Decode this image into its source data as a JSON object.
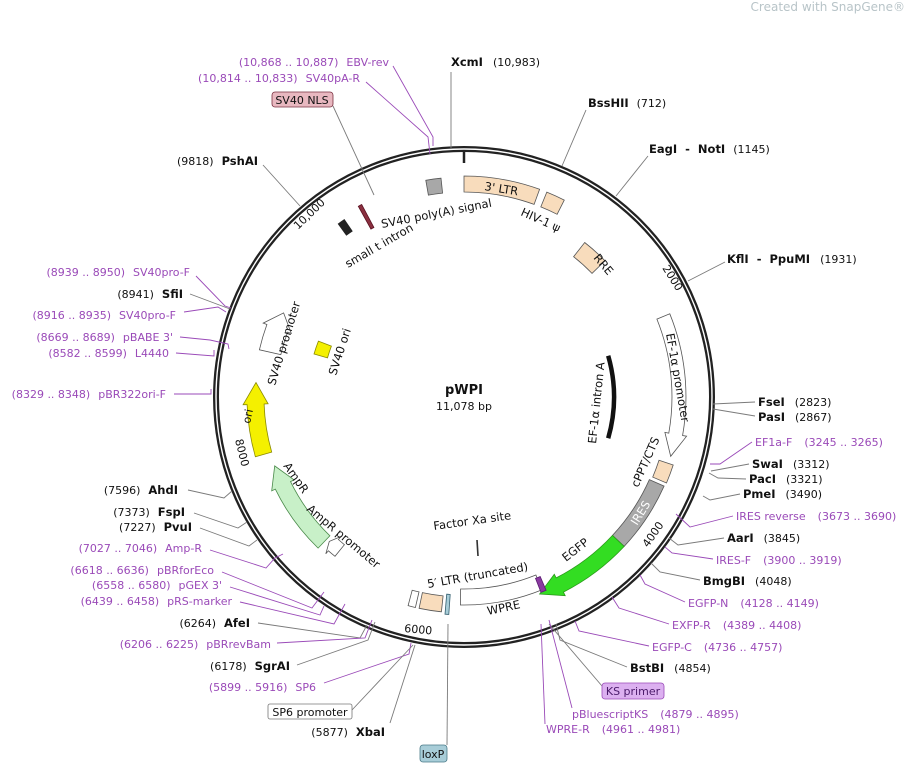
{
  "watermark": "Created with SnapGene®",
  "plasmid": {
    "name": "pWPI",
    "size": "11,078 bp"
  },
  "enzymes": {
    "xcmi": {
      "name": "XcmI",
      "pos": "(10,983)"
    },
    "bsshii": {
      "name": "BssHII",
      "pos": "(712)"
    },
    "eagi_noti": {
      "name": "EagI  -  NotI",
      "pos": "(1145)"
    },
    "kfli_ppumi": {
      "name": "KflI  -  PpuMI",
      "pos": "(1931)"
    },
    "fsei": {
      "name": "FseI",
      "pos": "(2823)"
    },
    "pasi": {
      "name": "PasI",
      "pos": "(2867)"
    },
    "swai": {
      "name": "SwaI",
      "pos": "(3312)"
    },
    "paci": {
      "name": "PacI",
      "pos": "(3321)"
    },
    "pmei": {
      "name": "PmeI",
      "pos": "(3490)"
    },
    "aari": {
      "name": "AarI",
      "pos": "(3845)"
    },
    "bmgbi": {
      "name": "BmgBI",
      "pos": "(4048)"
    },
    "bstbi": {
      "name": "BstBI",
      "pos": "(4854)"
    },
    "xbai": {
      "name": "XbaI",
      "pos": "(5877)"
    },
    "sgrai": {
      "name": "SgrAI",
      "pos": "(6178)"
    },
    "afei": {
      "name": "AfeI",
      "pos": "(6264)"
    },
    "pvui": {
      "name": "PvuI",
      "pos": "(7227)"
    },
    "fspi": {
      "name": "FspI",
      "pos": "(7373)"
    },
    "ahdi": {
      "name": "AhdI",
      "pos": "(7596)"
    },
    "sfii": {
      "name": "SfiI",
      "pos": "(8941)"
    },
    "pshai": {
      "name": "PshAI",
      "pos": "(9818)"
    }
  },
  "primers": {
    "ebv_rev": {
      "name": "EBV-rev",
      "range": "(10,868 .. 10,887)"
    },
    "sv40pa_r": {
      "name": "SV40pA-R",
      "range": "(10,814 .. 10,833)"
    },
    "sv40pro_f1": {
      "name": "SV40pro-F",
      "range": "(8939 .. 8950)"
    },
    "sv40pro_f2": {
      "name": "SV40pro-F",
      "range": "(8916 .. 8935)"
    },
    "pbabe3": {
      "name": "pBABE 3'",
      "range": "(8669 .. 8689)"
    },
    "l4440": {
      "name": "L4440",
      "range": "(8582 .. 8599)"
    },
    "pbr322ori_f": {
      "name": "pBR322ori-F",
      "range": "(8329 .. 8348)"
    },
    "amp_r": {
      "name": "Amp-R",
      "range": "(7027 .. 7046)"
    },
    "pbrforeco": {
      "name": "pBRforEco",
      "range": "(6618 .. 6636)"
    },
    "pgex3": {
      "name": "pGEX 3'",
      "range": "(6558 .. 6580)"
    },
    "prs_marker": {
      "name": "pRS-marker",
      "range": "(6439 .. 6458)"
    },
    "pbrrevbam": {
      "name": "pBRrevBam",
      "range": "(6206 .. 6225)"
    },
    "sp6": {
      "name": "SP6",
      "range": "(5899 .. 5916)"
    },
    "ef1a_f": {
      "name": "EF1a-F",
      "range": "(3245 .. 3265)"
    },
    "ires_reverse": {
      "name": "IRES reverse",
      "range": "(3673 .. 3690)"
    },
    "ires_f": {
      "name": "IRES-F",
      "range": "(3900 .. 3919)"
    },
    "egfp_n": {
      "name": "EGFP-N",
      "range": "(4128 .. 4149)"
    },
    "exfp_r": {
      "name": "EXFP-R",
      "range": "(4389 .. 4408)"
    },
    "egfp_c": {
      "name": "EGFP-C",
      "range": "(4736 .. 4757)"
    },
    "pbluescriptks": {
      "name": "pBluescriptKS",
      "range": "(4879 .. 4895)"
    },
    "wpre_r": {
      "name": "WPRE-R",
      "range": "(4961 .. 4981)"
    }
  },
  "boxed_labels": {
    "sv40_nls": "SV40 NLS",
    "sp6_promoter": "SP6 promoter",
    "loxp": "loxP",
    "ks_primer": "KS primer"
  },
  "features": {
    "ltr3": "3' LTR",
    "hiv_psi": "HIV-1 ψ",
    "sv40_polya": "SV40 poly(A) signal",
    "small_t": "small t intron",
    "rre": "RRE",
    "ef1a_promoter": "EF-1α promoter",
    "ef1a_intron": "EF-1α intron A",
    "cppt": "cPPT/CTS",
    "ires": "IRES",
    "egfp": "EGFP",
    "wpre": "WPRE",
    "ltr5": "5′ LTR (truncated)",
    "factor_xa": "Factor Xa site",
    "ampr": "AmpR",
    "ampr_promoter": "AmpR promoter",
    "ori": "ori",
    "sv40_promoter": "SV40 promoter",
    "sv40_ori": "SV40 ori"
  },
  "ticks": {
    "t2000": "2000",
    "t4000": "4000",
    "t6000": "6000",
    "t8000": "8000",
    "t10000": "10,000"
  },
  "colors": {
    "primer": "#9a4ab8",
    "egfp": "#33dd22",
    "ori": "#f4f000",
    "ampr": "#c8f0c8",
    "ltr": "#f8dcbc",
    "ires": "#a8a8a8",
    "loxp": "#a8cdd8",
    "ks_primer": "#dcb0f0",
    "sv40_nls": "#e8b8c0"
  }
}
